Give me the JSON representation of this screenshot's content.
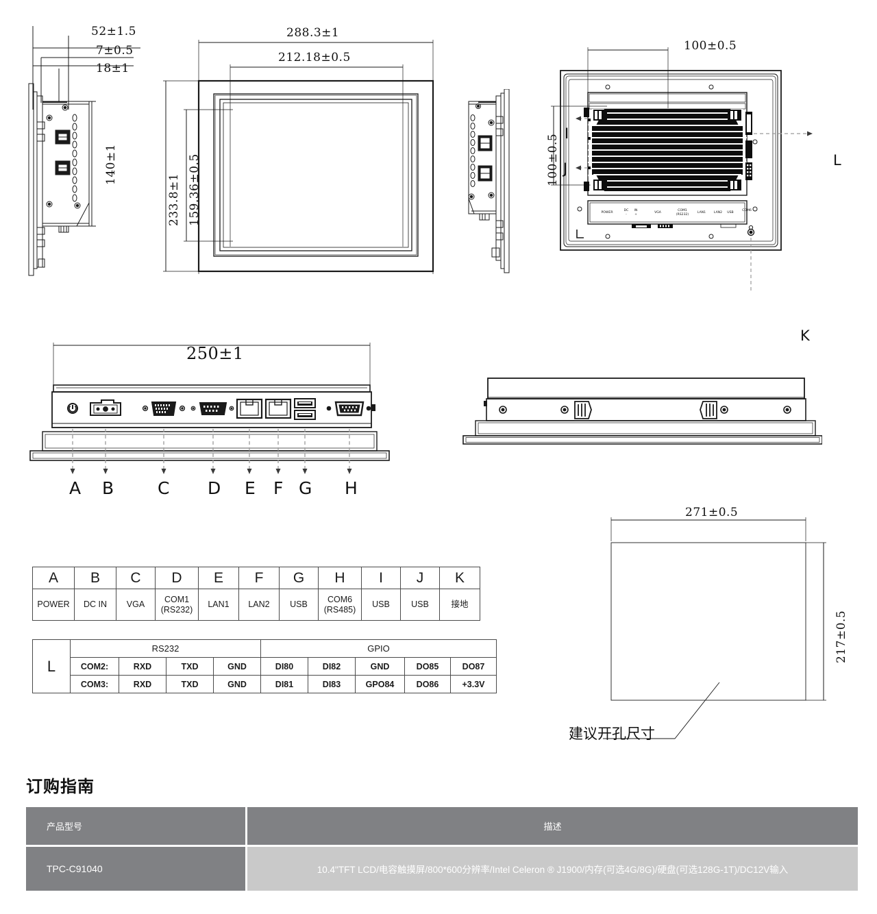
{
  "drawing": {
    "side_view_left": {
      "dim_total_depth": "52±1.5",
      "dim_bezel": "7±0.5",
      "dim_flange": "18±1",
      "dim_height": "140±1"
    },
    "front_view": {
      "dim_width_outer": "288.3±1",
      "dim_width_active": "212.18±0.5",
      "dim_height_outer": "233.8±1",
      "dim_height_active": "159.36±0.5"
    },
    "rear_view": {
      "dim_vesa_horizontal": "100±0.5",
      "dim_vesa_vertical": "100±0.5",
      "callout_i": "I",
      "callout_j": "J",
      "callout_l": "L",
      "callout_k": "K"
    },
    "bottom_io_view": {
      "dim_width": "250±1",
      "callouts": [
        "A",
        "B",
        "C",
        "D",
        "E",
        "F",
        "G",
        "H"
      ]
    },
    "cutout_view": {
      "dim_width": "271±0.5",
      "dim_height": "217±0.5",
      "label": "建议开孔尺寸"
    }
  },
  "connector_table": {
    "letters": [
      "A",
      "B",
      "C",
      "D",
      "E",
      "F",
      "G",
      "H",
      "I",
      "J",
      "K"
    ],
    "values": [
      "POWER",
      "DC IN",
      "VGA",
      "COM1\n(RS232)",
      "LAN1",
      "LAN2",
      "USB",
      "COM6\n(RS485)",
      "USB",
      "USB",
      "接地"
    ]
  },
  "l_table": {
    "row_label": "L",
    "group_rs232": "RS232",
    "group_gpio": "GPIO",
    "rows": [
      {
        "port": "COM2:",
        "rs232": [
          "RXD",
          "TXD",
          "GND"
        ],
        "gpio": [
          "DI80",
          "DI82",
          "GND",
          "DO85",
          "DO87"
        ]
      },
      {
        "port": "COM3:",
        "rs232": [
          "RXD",
          "TXD",
          "GND"
        ],
        "gpio": [
          "DI81",
          "DI83",
          "GPO84",
          "DO86",
          "+3.3V"
        ]
      }
    ]
  },
  "ordering_guide": {
    "title": "订购指南",
    "header": {
      "model": "产品型号",
      "description": "描述"
    },
    "rows": [
      {
        "model": "TPC-C91040",
        "description": "10.4\"TFT LCD/电容触摸屏/800*600分辨率/Intel Celeron ® J1900/内存(可选4G/8G)/硬盘(可选128G-1T)/DC12V输入"
      }
    ]
  },
  "colors": {
    "line": "#1a1a1a",
    "table_header_gray": "#808184",
    "table_body_gray": "#c9c9c9",
    "dim_line": "#2b2b2b"
  }
}
